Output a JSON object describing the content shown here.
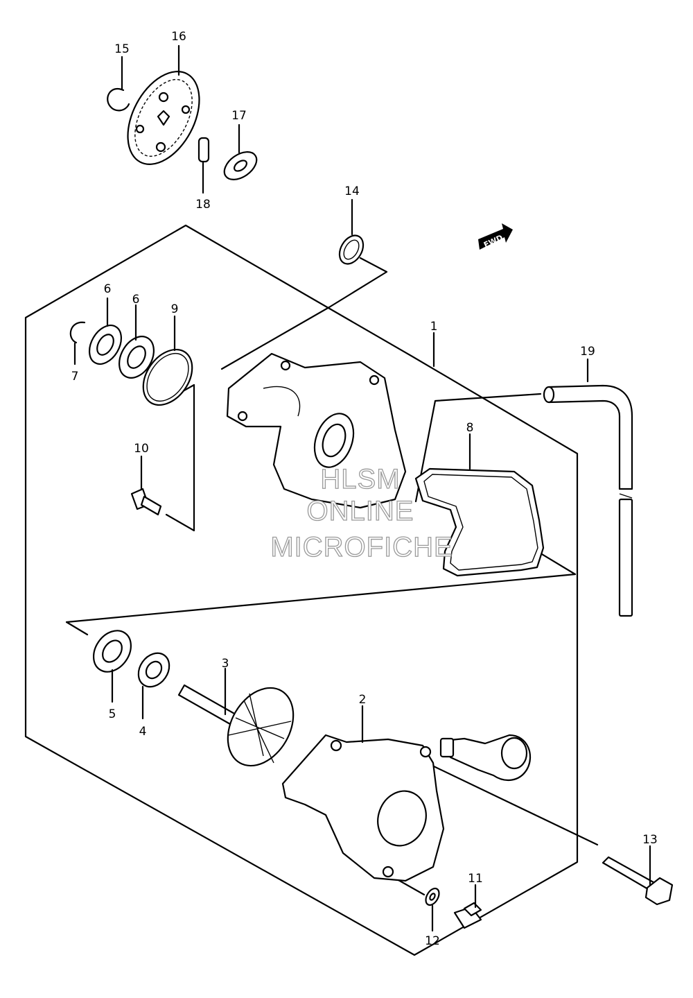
{
  "callouts": {
    "c1": "1",
    "c2": "2",
    "c3": "3",
    "c4": "4",
    "c5": "5",
    "c6a": "6",
    "c6b": "6",
    "c7": "7",
    "c8": "8",
    "c9": "9",
    "c10": "10",
    "c11": "11",
    "c12": "12",
    "c13": "13",
    "c14": "14",
    "c15": "15",
    "c16": "16",
    "c17": "17",
    "c18": "18",
    "c19": "19"
  },
  "fwd_label": "FWD",
  "watermark": {
    "line1": "HLSM",
    "line2": "ONLINE",
    "line3": "MICROFICHE"
  }
}
